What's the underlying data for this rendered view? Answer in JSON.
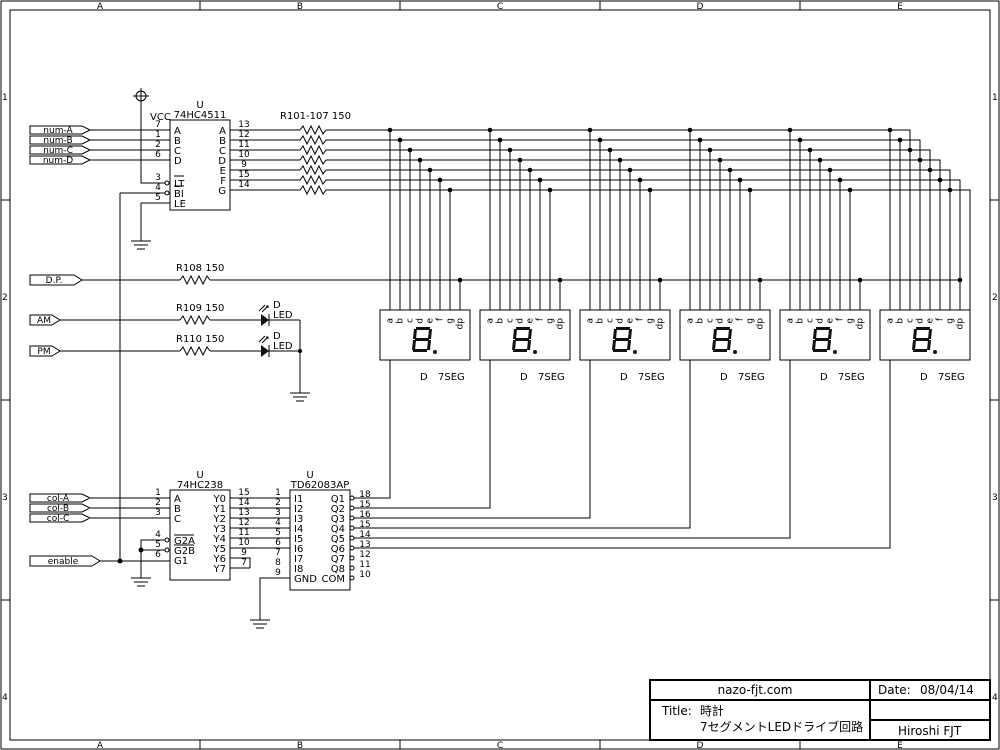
{
  "zones": {
    "cols": [
      "A",
      "B",
      "C",
      "D",
      "E"
    ],
    "rows": [
      "1",
      "2",
      "3",
      "4"
    ]
  },
  "inputs": {
    "num": [
      "num-A",
      "num-B",
      "num-C",
      "num-D"
    ],
    "dp": "D.P.",
    "am": "AM",
    "pm": "PM",
    "col": [
      "col-A",
      "col-B",
      "col-C"
    ],
    "enable": "enable"
  },
  "vcc": "VCC",
  "u1": {
    "ref": "U",
    "part": "74HC4511",
    "pin_left": [
      "7",
      "1",
      "2",
      "6",
      "3",
      "4",
      "5"
    ],
    "label_left": [
      "A",
      "B",
      "C",
      "D",
      "LT",
      "BI",
      "LE"
    ],
    "pin_right": [
      "13",
      "12",
      "11",
      "10",
      "9",
      "15",
      "14"
    ],
    "label_right": [
      "A",
      "B",
      "C",
      "D",
      "E",
      "F",
      "G"
    ]
  },
  "resistors": {
    "array": "R101-107  150",
    "dp": "R108  150",
    "am": "R109  150",
    "pm": "R110  150"
  },
  "led": {
    "ref": "D",
    "label": "LED"
  },
  "seg7": {
    "ref": "D",
    "part": "7SEG",
    "pins": [
      "a",
      "b",
      "c",
      "d",
      "e",
      "f",
      "g",
      "dp"
    ],
    "count": 6
  },
  "u2": {
    "ref": "U",
    "part": "74HC238",
    "pin_left": [
      "1",
      "2",
      "3",
      "4",
      "5",
      "6"
    ],
    "label_left": [
      "A",
      "B",
      "C",
      "G2A",
      "G2B",
      "G1"
    ],
    "pin_right": [
      "15",
      "14",
      "13",
      "12",
      "11",
      "10",
      "9",
      "7"
    ],
    "label_right": [
      "Y0",
      "Y1",
      "Y2",
      "Y3",
      "Y4",
      "Y5",
      "Y6",
      "Y7"
    ]
  },
  "u3": {
    "ref": "U",
    "part": "TD62083AP",
    "pin_left": [
      "1",
      "2",
      "3",
      "4",
      "5",
      "6",
      "7",
      "8",
      "9"
    ],
    "label_left": [
      "I1",
      "I2",
      "I3",
      "I4",
      "I5",
      "I6",
      "I7",
      "I8",
      "GND"
    ],
    "pin_right": [
      "18",
      "15",
      "16",
      "15",
      "14",
      "13",
      "12",
      "11",
      "10"
    ],
    "label_right": [
      "Q1",
      "Q2",
      "Q3",
      "Q4",
      "Q5",
      "Q6",
      "Q7",
      "Q8",
      "COM"
    ]
  },
  "titleblock": {
    "site": "nazo-fjt.com",
    "date_label": "Date:",
    "date": "08/04/14",
    "title_label": "Title:",
    "title": "時計",
    "subtitle": "7セグメントLEDドライブ回路",
    "author": "Hiroshi FJT"
  }
}
